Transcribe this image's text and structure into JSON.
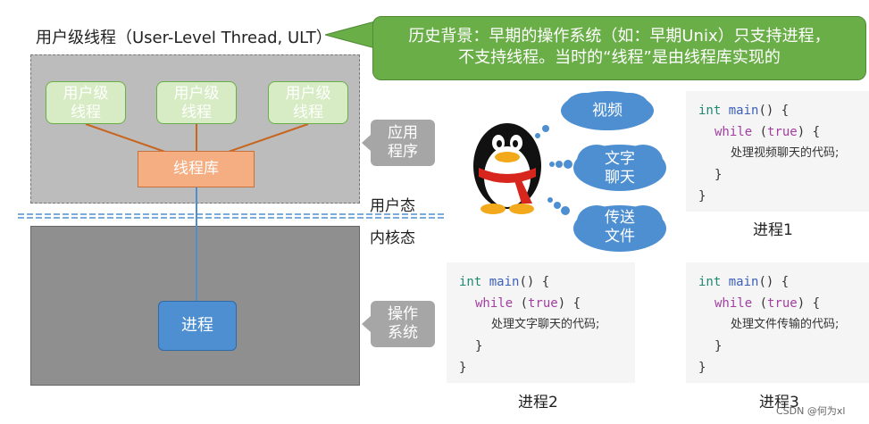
{
  "title": "用户级线程（User-Level Thread, ULT）",
  "callout": {
    "line1": "历史背景：早期的操作系统（如：早期Unix）只支持进程，",
    "line2": "不支持线程。当时的“线程”是由线程库实现的"
  },
  "ults": [
    {
      "line1": "用户级",
      "line2": "线程"
    },
    {
      "line1": "用户级",
      "line2": "线程"
    },
    {
      "line1": "用户级",
      "line2": "线程"
    }
  ],
  "thread_library": "线程库",
  "process": "进程",
  "tags": {
    "app": {
      "line1": "应用",
      "line2": "程序"
    },
    "os": {
      "line1": "操作",
      "line2": "系统"
    }
  },
  "modes": {
    "user": "用户态",
    "kernel": "内核态"
  },
  "clouds": [
    {
      "line1": "视频",
      "line2": ""
    },
    {
      "line1": "文字",
      "line2": "聊天"
    },
    {
      "line1": "传送",
      "line2": "文件"
    }
  ],
  "code_blocks": [
    {
      "kw_int": "int",
      "fn": "main",
      "sig_rest": "() {",
      "kw_while": "while",
      "cond_open": " (",
      "kw_true": "true",
      "cond_close": ") {",
      "body": "处理视频聊天的代码;",
      "close_inner": "}",
      "close_outer": "}"
    },
    {
      "kw_int": "int",
      "fn": "main",
      "sig_rest": "() {",
      "kw_while": "while",
      "cond_open": " (",
      "kw_true": "true",
      "cond_close": ") {",
      "body": "处理文字聊天的代码;",
      "close_inner": "}",
      "close_outer": "}"
    },
    {
      "kw_int": "int",
      "fn": "main",
      "sig_rest": "() {",
      "kw_while": "while",
      "cond_open": " (",
      "kw_true": "true",
      "cond_close": ") {",
      "body": "处理文件传输的代码;",
      "close_inner": "}",
      "close_outer": "}"
    }
  ],
  "process_labels": [
    "进程1",
    "进程2",
    "进程3"
  ],
  "watermark": "CSDN @何为xl",
  "colors": {
    "callout": "#6aae47",
    "ult_fill": "#d7ecc4",
    "library": "#f4ae82",
    "process": "#4d8fd1",
    "cloud": "#4d8fd1",
    "wire_orange": "#c8651f",
    "wire_blue": "#4d8fd1",
    "divider": "#4d8fd1"
  }
}
